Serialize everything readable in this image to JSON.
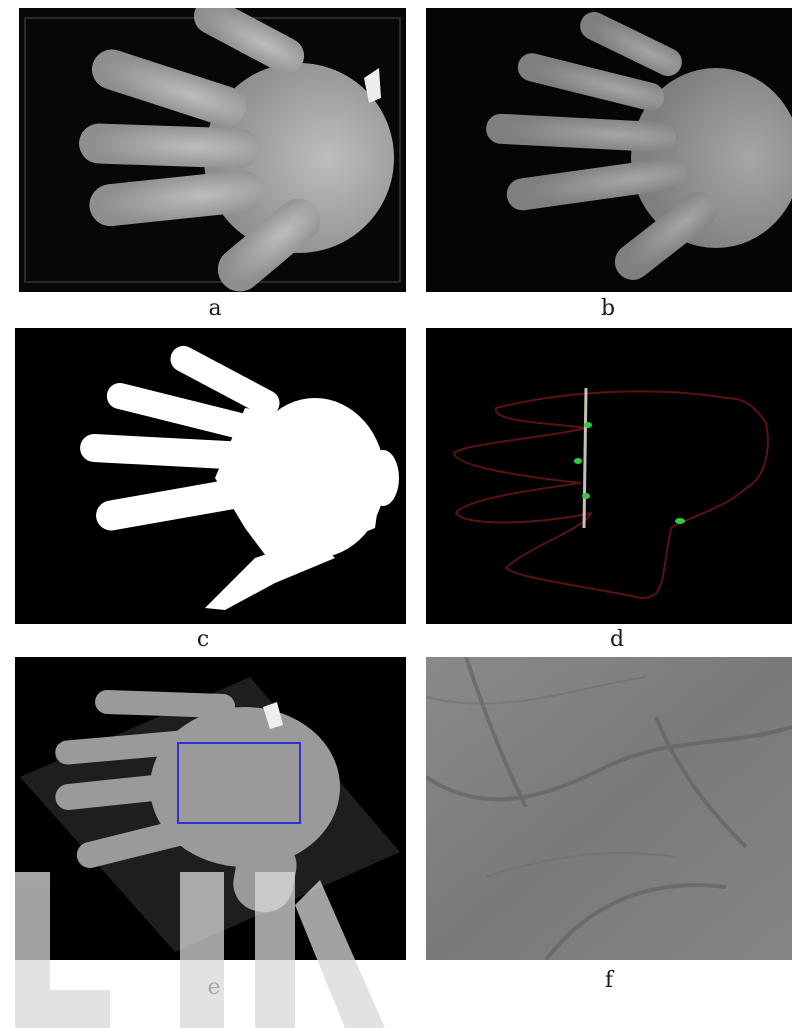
{
  "figure": {
    "panels": [
      {
        "id": "a",
        "label": "a"
      },
      {
        "id": "b",
        "label": "b"
      },
      {
        "id": "c",
        "label": "c"
      },
      {
        "id": "d",
        "label": "d"
      },
      {
        "id": "e",
        "label": "e"
      },
      {
        "id": "f",
        "label": "f"
      }
    ]
  },
  "colors": {
    "background": "#000000",
    "hand_gray": "#a9a9a9",
    "mask_white": "#ffffff",
    "contour_red": "#5a1212",
    "keypoint_green": "#2ecc40",
    "axis_line": "#c8c0b0",
    "roi_blue": "#3030d0",
    "watermark": "#d9d9d9"
  }
}
